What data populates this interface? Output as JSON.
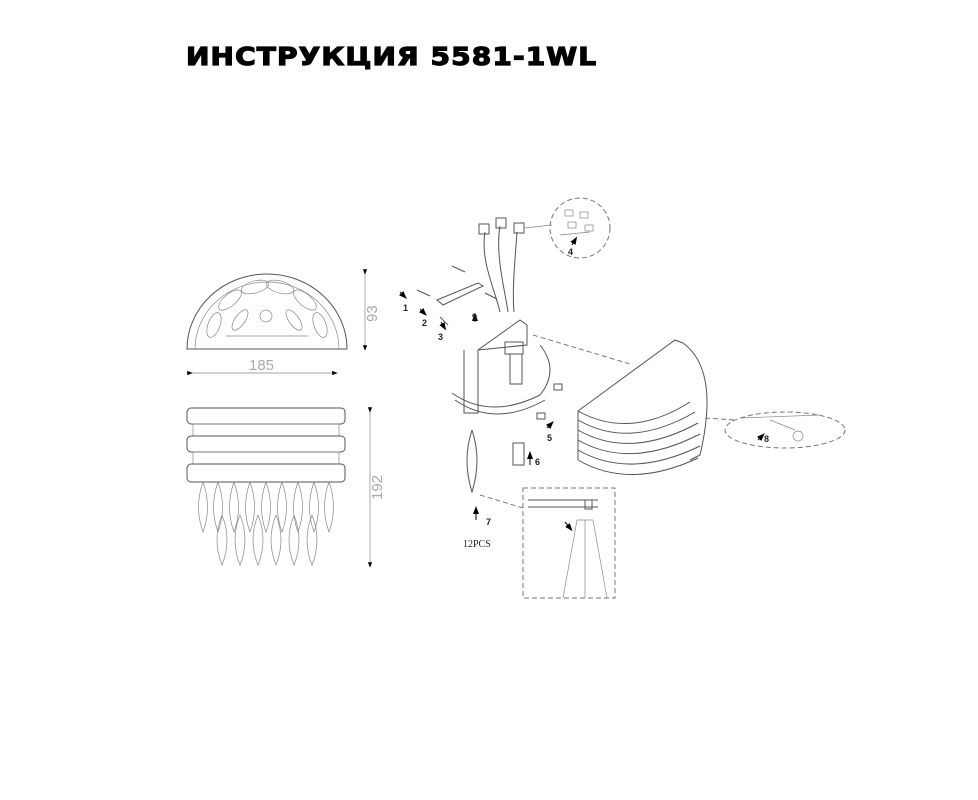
{
  "title": "ИНСТРУКЦИЯ 5581-1WL",
  "dimensions": {
    "width": "185",
    "depth": "93",
    "height": "192"
  },
  "callouts": [
    "1",
    "2",
    "3",
    "4",
    "5",
    "6",
    "7",
    "8",
    "9"
  ],
  "crystal_quantity": "12PCS"
}
